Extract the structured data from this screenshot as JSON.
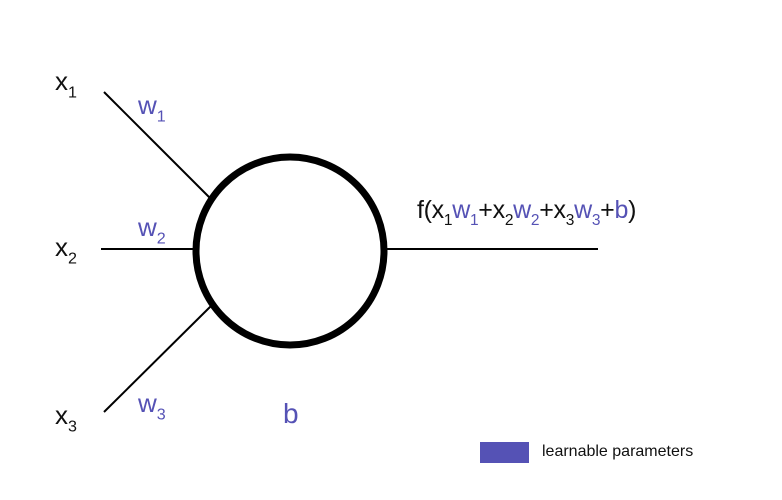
{
  "colors": {
    "param": "#5552b5",
    "stroke": "#000000",
    "text": "#111111"
  },
  "inputs": [
    {
      "base": "x",
      "sub": "1"
    },
    {
      "base": "x",
      "sub": "2"
    },
    {
      "base": "x",
      "sub": "3"
    }
  ],
  "weights": [
    {
      "base": "w",
      "sub": "1"
    },
    {
      "base": "w",
      "sub": "2"
    },
    {
      "base": "w",
      "sub": "3"
    }
  ],
  "bias": "b",
  "output": {
    "open": "f(",
    "terms": [
      {
        "x": "x",
        "xsub": "1",
        "w": "w",
        "wsub": "1",
        "sep": "+"
      },
      {
        "x": "x",
        "xsub": "2",
        "w": "w",
        "wsub": "2",
        "sep": "+"
      },
      {
        "x": "x",
        "xsub": "3",
        "w": "w",
        "wsub": "3",
        "sep": "+"
      }
    ],
    "bias": "b",
    "close": ")"
  },
  "legend": {
    "label": "learnable parameters",
    "icon": "color-swatch-icon"
  }
}
